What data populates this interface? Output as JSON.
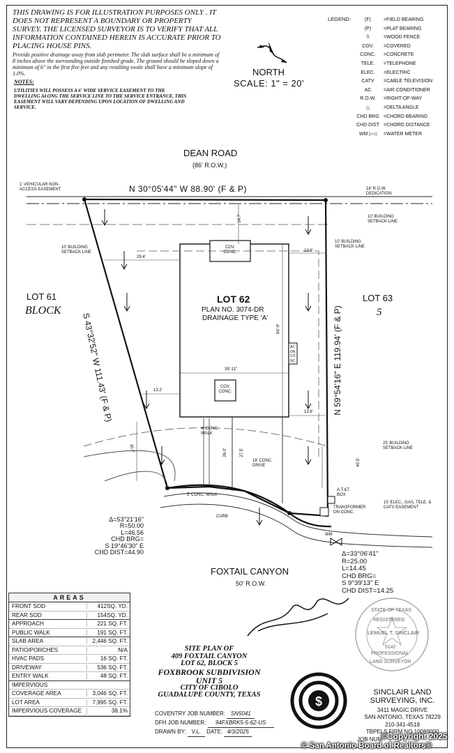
{
  "disclaimer": "THIS DRAWING IS FOR ILLUSTRATION PURPOSES ONLY . IT DOES NOT REPRESENT A BOUNDARY OR PROPERTY SURVEY. THE LICENSED SURVEYOR IS TO VERIFY THAT ALL INFORMATION CONTAINED HEREIN IS ACCURATE PRIOR TO PLACING HOUSE PINS.",
  "grading_note": "Provide positive drainage away from slab perimeter. The slab surface shall be a minimum of 8 inches above the surrounding outside finished grade. The ground should be sloped down a minimum of 6\" in the first five feet and any resulting swale shall have a minimum slope of 1.0%.",
  "notes_heading": "NOTES:",
  "notes_text": "UTILITIES WILL POSSESS A 6' WIDE SERVICE EASEMENT TO THE DWELLING ALONG THE SERVICE LINE TO THE SERVICE ENTRANCE. THIS EASEMENT WILL VARY DEPENDING UPON LOCATION OF DWELLING AND SERVICE.",
  "legend": {
    "title": "LEGEND:",
    "items": [
      {
        "abbr": "(F)",
        "desc": "FIELD BEARING"
      },
      {
        "abbr": "(P)",
        "desc": "PLAT BEARING"
      },
      {
        "abbr": "\\\\",
        "desc": "WOOD FENCE"
      },
      {
        "abbr": "COV.",
        "desc": "COVERED"
      },
      {
        "abbr": "CONC.",
        "desc": "CONCRETE"
      },
      {
        "abbr": "TELE.",
        "desc": "TELEPHONE"
      },
      {
        "abbr": "ELEC.",
        "desc": "ELECTRIC"
      },
      {
        "abbr": "CATV",
        "desc": "CABLE TELEVISION"
      },
      {
        "abbr": "AC",
        "desc": "AIR CONDITIONER"
      },
      {
        "abbr": "R.O.W.",
        "desc": "RIGHT-OF-WAY"
      },
      {
        "abbr": "△",
        "desc": "DELTA ANGLE"
      },
      {
        "abbr": "CHD BRG",
        "desc": "CHORD BEARING"
      },
      {
        "abbr": "CHD DIST",
        "desc": "CHORD DISTANCE"
      },
      {
        "abbr": "WM ▷◁",
        "desc": "WATER METER"
      }
    ]
  },
  "north": "NORTH",
  "scale": "SCALE: 1\" = 20'",
  "plan": {
    "dean_road": "DEAN ROAD",
    "dean_row": "(86' R.O.W.)",
    "north_bearing": "N 30°05'44\" W 88.90' (F & P)",
    "west_bearing": "S 43°32'52\" W 111.43' (F & P)",
    "east_bearing": "N 59°54'16\" E 119.94' (F & P)",
    "vehicular_easement": "1' VEHICULAR NON- ACCESS EASEMENT",
    "row_dedication": "18' R.O.W. DEDICATION",
    "bsl_top_right": "10' BUILDING SETBACK LINE",
    "bsl_right": "10' BUILDING SETBACK LINE",
    "bsl_left": "10' BUILDING SETBACK LINE",
    "bsl_front": "25' BUILDING SETBACK LINE",
    "elec_easement": "15' ELEC., GAS, TELE. & CATV EASEMENT",
    "lot61": "LOT 61",
    "block": "BLOCK",
    "lot63": "LOT 63",
    "block_no": "5",
    "lot62": "LOT 62",
    "plan_no": "PLAN NO. 3074-DR",
    "drainage": "DRAINAGE TYPE 'A'",
    "cov_conc_top": "COV. CONC.",
    "cov_conc_bottom": "COV. CONC.",
    "ac_on_conc": "AC ON CONC",
    "dim_14_7": "14.7'",
    "dim_29_4": "29.4'",
    "dim_13_6_top": "13.6'",
    "dim_64_9": "64'-9\"",
    "dim_39_11": "39'-11\"",
    "dim_13_2": "13.2'",
    "dim_13_6_bottom": "13.6'",
    "dim_30_7": "30.7'",
    "dim_26_0": "26.0'",
    "dim_27_5": "27.5'",
    "dim_40_5": "40.5'",
    "walk_4": "4' CONC. WALK",
    "drive_18": "18' CONC. DRIVE",
    "walk_5": "5' CONC. WALK",
    "curb": "CURB",
    "att_box": "A.T.&T. BOX",
    "transformer": "TRANSFORMER ON CONC.",
    "wm": "WM",
    "curve1": [
      "Δ=53°21'16\"",
      "R=50.00",
      "L=46.56",
      "CHD BRG=",
      "S 19°46'30\" E",
      "CHD DIST=44.90"
    ],
    "curve2": [
      "Δ=33°06'41\"",
      "R=25.00",
      "L=14.45",
      "CHD BRG=",
      "S 9°39'13\" E",
      "CHD DIST=14.25"
    ],
    "foxtail": "FOXTAIL CANYON",
    "foxtail_row": "50' R.O.W."
  },
  "areas": {
    "heading": "AREAS",
    "rows": [
      {
        "label": "FRONT SOD",
        "value": "412SQ. YD.",
        "gap": false
      },
      {
        "label": "REAR SOD",
        "value": "154SQ. YD.",
        "gap": true
      },
      {
        "label": "APPROACH",
        "value": "221 SQ. FT.",
        "gap": false
      },
      {
        "label": "PUBLIC WALK",
        "value": "191 SQ. FT.",
        "gap": true
      },
      {
        "label": "SLAB AREA",
        "value": "2,446 SQ. FT.",
        "gap": false
      },
      {
        "label": "PATIO/PORCHES",
        "value": "N/A",
        "gap": false
      },
      {
        "label": "HVAC PADS",
        "value": "16 SQ. FT.",
        "gap": false
      },
      {
        "label": "DRIVEWAY",
        "value": "536 SQ. FT.",
        "gap": false
      },
      {
        "label": "ENTRY WALK",
        "value": "48 SQ. FT.",
        "gap": true
      },
      {
        "label": "IMPERVIOUS",
        "value": "",
        "gap": false
      },
      {
        "label": "COVERAGE AREA",
        "value": "3,046 SQ. FT.",
        "gap": false
      },
      {
        "label": "LOT AREA",
        "value": "7,995 SQ. FT.",
        "gap": false
      },
      {
        "label": "IMPERVIOUS COVERAGE",
        "value": "38.1%",
        "gap": false
      }
    ]
  },
  "title": {
    "line1": "SITE PLAN OF",
    "line2": "409 FOXTAIL CANYON",
    "line3": "LOT 62, BLOCK 5",
    "line4": "FOXBROOK SUBDIVISION",
    "line5": "UNIT 5",
    "line6": "CITY OF CIBOLO",
    "line7": "GUADALUPE COUNTY, TEXAS"
  },
  "jobs": {
    "coventry_label": "COVENTRY JOB NUMBER:",
    "coventry_value": "SN5041",
    "dfh_label": "DFH JOB NUMBER:",
    "dfh_value": "94FXBRK5-5-62-US",
    "drawn_label": "DRAWN BY:",
    "drawn_value": "V.L.",
    "date_label": "DATE:",
    "date_value": "4/3/2025"
  },
  "firm": {
    "name1": "SINCLAIR LAND",
    "name2": "SURVEYING, INC.",
    "addr1": "3411 MAGIC DRIVE",
    "addr2": "SAN ANTONIO, TEXAS 78229",
    "phone": "210-341-4518",
    "tbpels": "TBPELS FIRM NO.10089000",
    "job_no": "JOB NUM"
  },
  "seal": {
    "top": "STATE OF TEXAS",
    "registered": "REGISTERED",
    "name": "LEMUEL T. SINCLAIR",
    "number": "5142",
    "professional": "PROFESSIONAL",
    "bottom": "LAND SURVEYOR"
  },
  "watermark_copyright": "©Copyright 2025",
  "watermark_source": "© San Antonio Board of Realtors®"
}
